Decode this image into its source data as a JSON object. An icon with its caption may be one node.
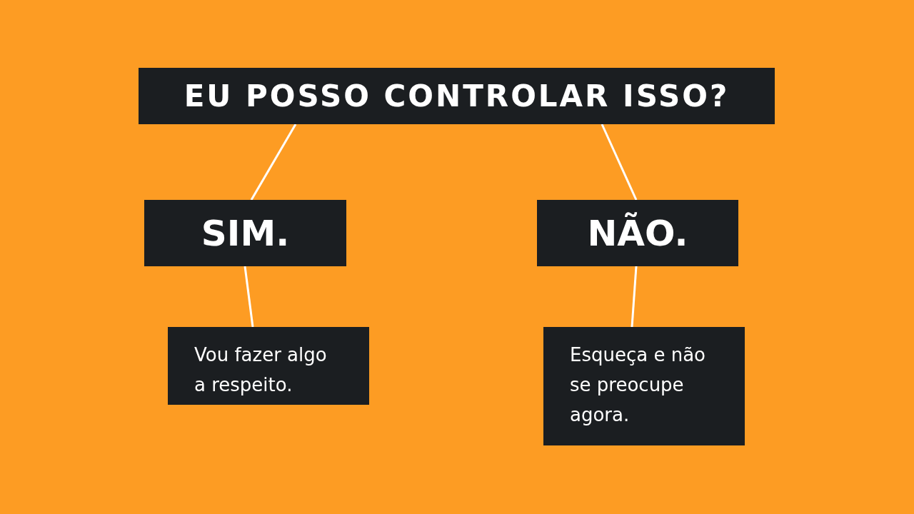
{
  "diagram": {
    "nodes": [
      {
        "text": [
          "EU POSSO CONTROLAR ISSO?"
        ]
      },
      {
        "text": [
          "SIM."
        ]
      },
      {
        "text": [
          "NÃO."
        ]
      },
      {
        "text": [
          "Vou fazer algo a respeito."
        ]
      },
      {
        "text": [
          "Esqueça e não se preocupe agora."
        ]
      }
    ],
    "edges": [
      {
        "from": 0,
        "to": 1,
        "arrow": "none"
      },
      {
        "from": 0,
        "to": 2,
        "arrow": "none"
      },
      {
        "from": 1,
        "to": 3,
        "arrow": "none"
      },
      {
        "from": 2,
        "to": 4,
        "arrow": "none"
      }
    ]
  }
}
